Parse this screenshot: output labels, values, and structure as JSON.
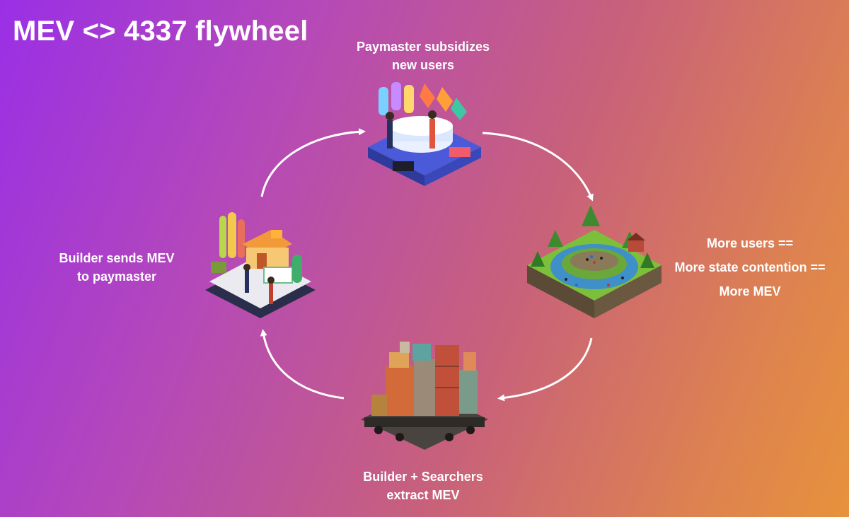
{
  "title": "MEV <> 4337 flywheel",
  "nodes": {
    "top": {
      "lines": [
        "Paymaster subsidizes",
        "new users"
      ],
      "image": "paymaster-isometric-illustration"
    },
    "right": {
      "lines": [
        "More users ==",
        "More state contention ==",
        "More MEV"
      ],
      "image": "island-crowd-isometric-illustration"
    },
    "bottom": {
      "lines": [
        "Builder + Searchers",
        "extract MEV"
      ],
      "image": "cargo-blocks-isometric-illustration"
    },
    "left": {
      "lines": [
        "Builder sends MEV",
        "to paymaster"
      ],
      "image": "shop-isometric-illustration"
    }
  },
  "colors": {
    "gradient_start": "#9a2fe6",
    "gradient_end": "#e7923c",
    "text": "#ffffff",
    "arrow": "#ffffff"
  }
}
